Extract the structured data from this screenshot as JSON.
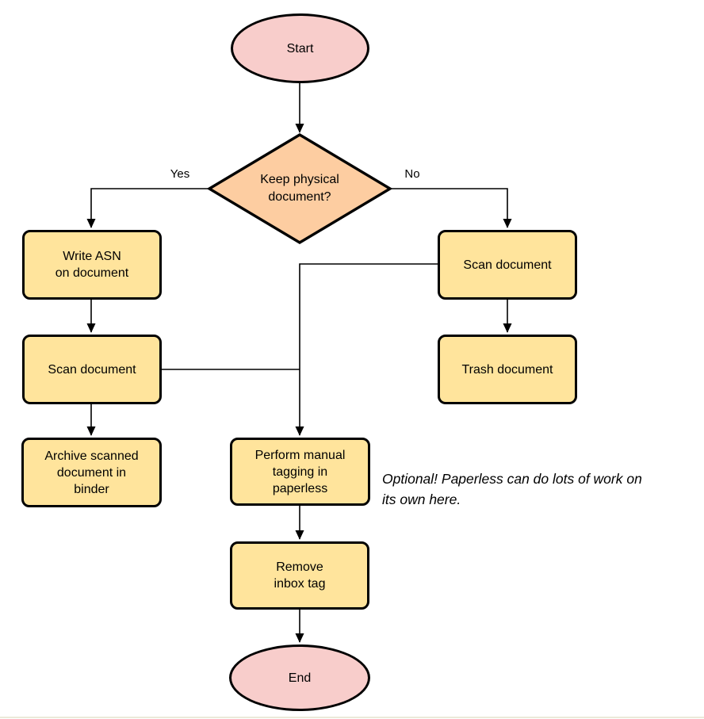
{
  "colors": {
    "pink": "#f8cdcb",
    "orange": "#fdcda1",
    "yellow": "#ffe49c",
    "stroke": "#000000",
    "text": "#000000",
    "background": "#ffffff",
    "bottom-line": "#ebead9"
  },
  "flowchart": {
    "nodes": {
      "start": {
        "type": "terminator",
        "lines": [
          "Start"
        ]
      },
      "decision": {
        "type": "decision",
        "lines": [
          "Keep physical",
          "document?"
        ]
      },
      "write_asn": {
        "type": "process",
        "lines": [
          "Write ASN",
          "on document"
        ]
      },
      "scan_left": {
        "type": "process",
        "lines": [
          "Scan document"
        ]
      },
      "archive": {
        "type": "process",
        "lines": [
          "Archive scanned",
          "document in",
          "binder"
        ]
      },
      "scan_right": {
        "type": "process",
        "lines": [
          "Scan document"
        ]
      },
      "trash": {
        "type": "process",
        "lines": [
          "Trash document"
        ]
      },
      "tagging": {
        "type": "process",
        "lines": [
          "Perform manual",
          "tagging in",
          "paperless"
        ]
      },
      "remove_inbox": {
        "type": "process",
        "lines": [
          "Remove",
          "inbox tag"
        ]
      },
      "end": {
        "type": "terminator",
        "lines": [
          "End"
        ]
      }
    },
    "edge_labels": {
      "yes": "Yes",
      "no": "No"
    },
    "annotation": {
      "lines": [
        "Optional! Paperless can do lots of work on",
        "its own here."
      ]
    }
  }
}
